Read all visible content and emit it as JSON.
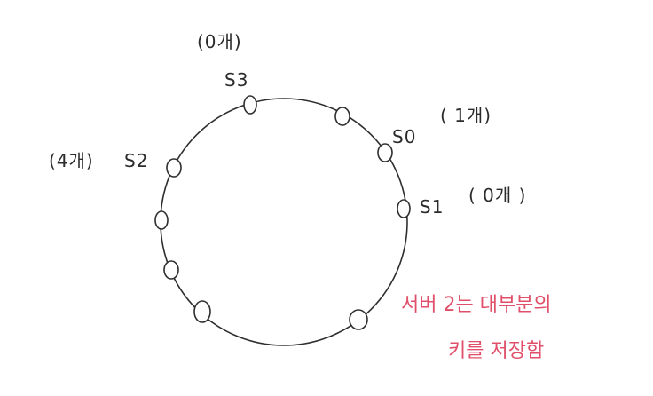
{
  "diagram": {
    "type": "consistent-hash-ring",
    "servers": [
      {
        "id": "s0",
        "name": "S0",
        "key_count_label": "( 1개)"
      },
      {
        "id": "s1",
        "name": "S1",
        "key_count_label": "( 0개 )"
      },
      {
        "id": "s2",
        "name": "S2",
        "key_count_label": "(4개)"
      },
      {
        "id": "s3",
        "name": "S3",
        "key_count_label": "(0개)"
      }
    ],
    "note": {
      "line1": "서버 2는 대부분의",
      "line2": "키를 저장함",
      "color": "#e0506a"
    },
    "ring_color": "#2e2e2e"
  }
}
